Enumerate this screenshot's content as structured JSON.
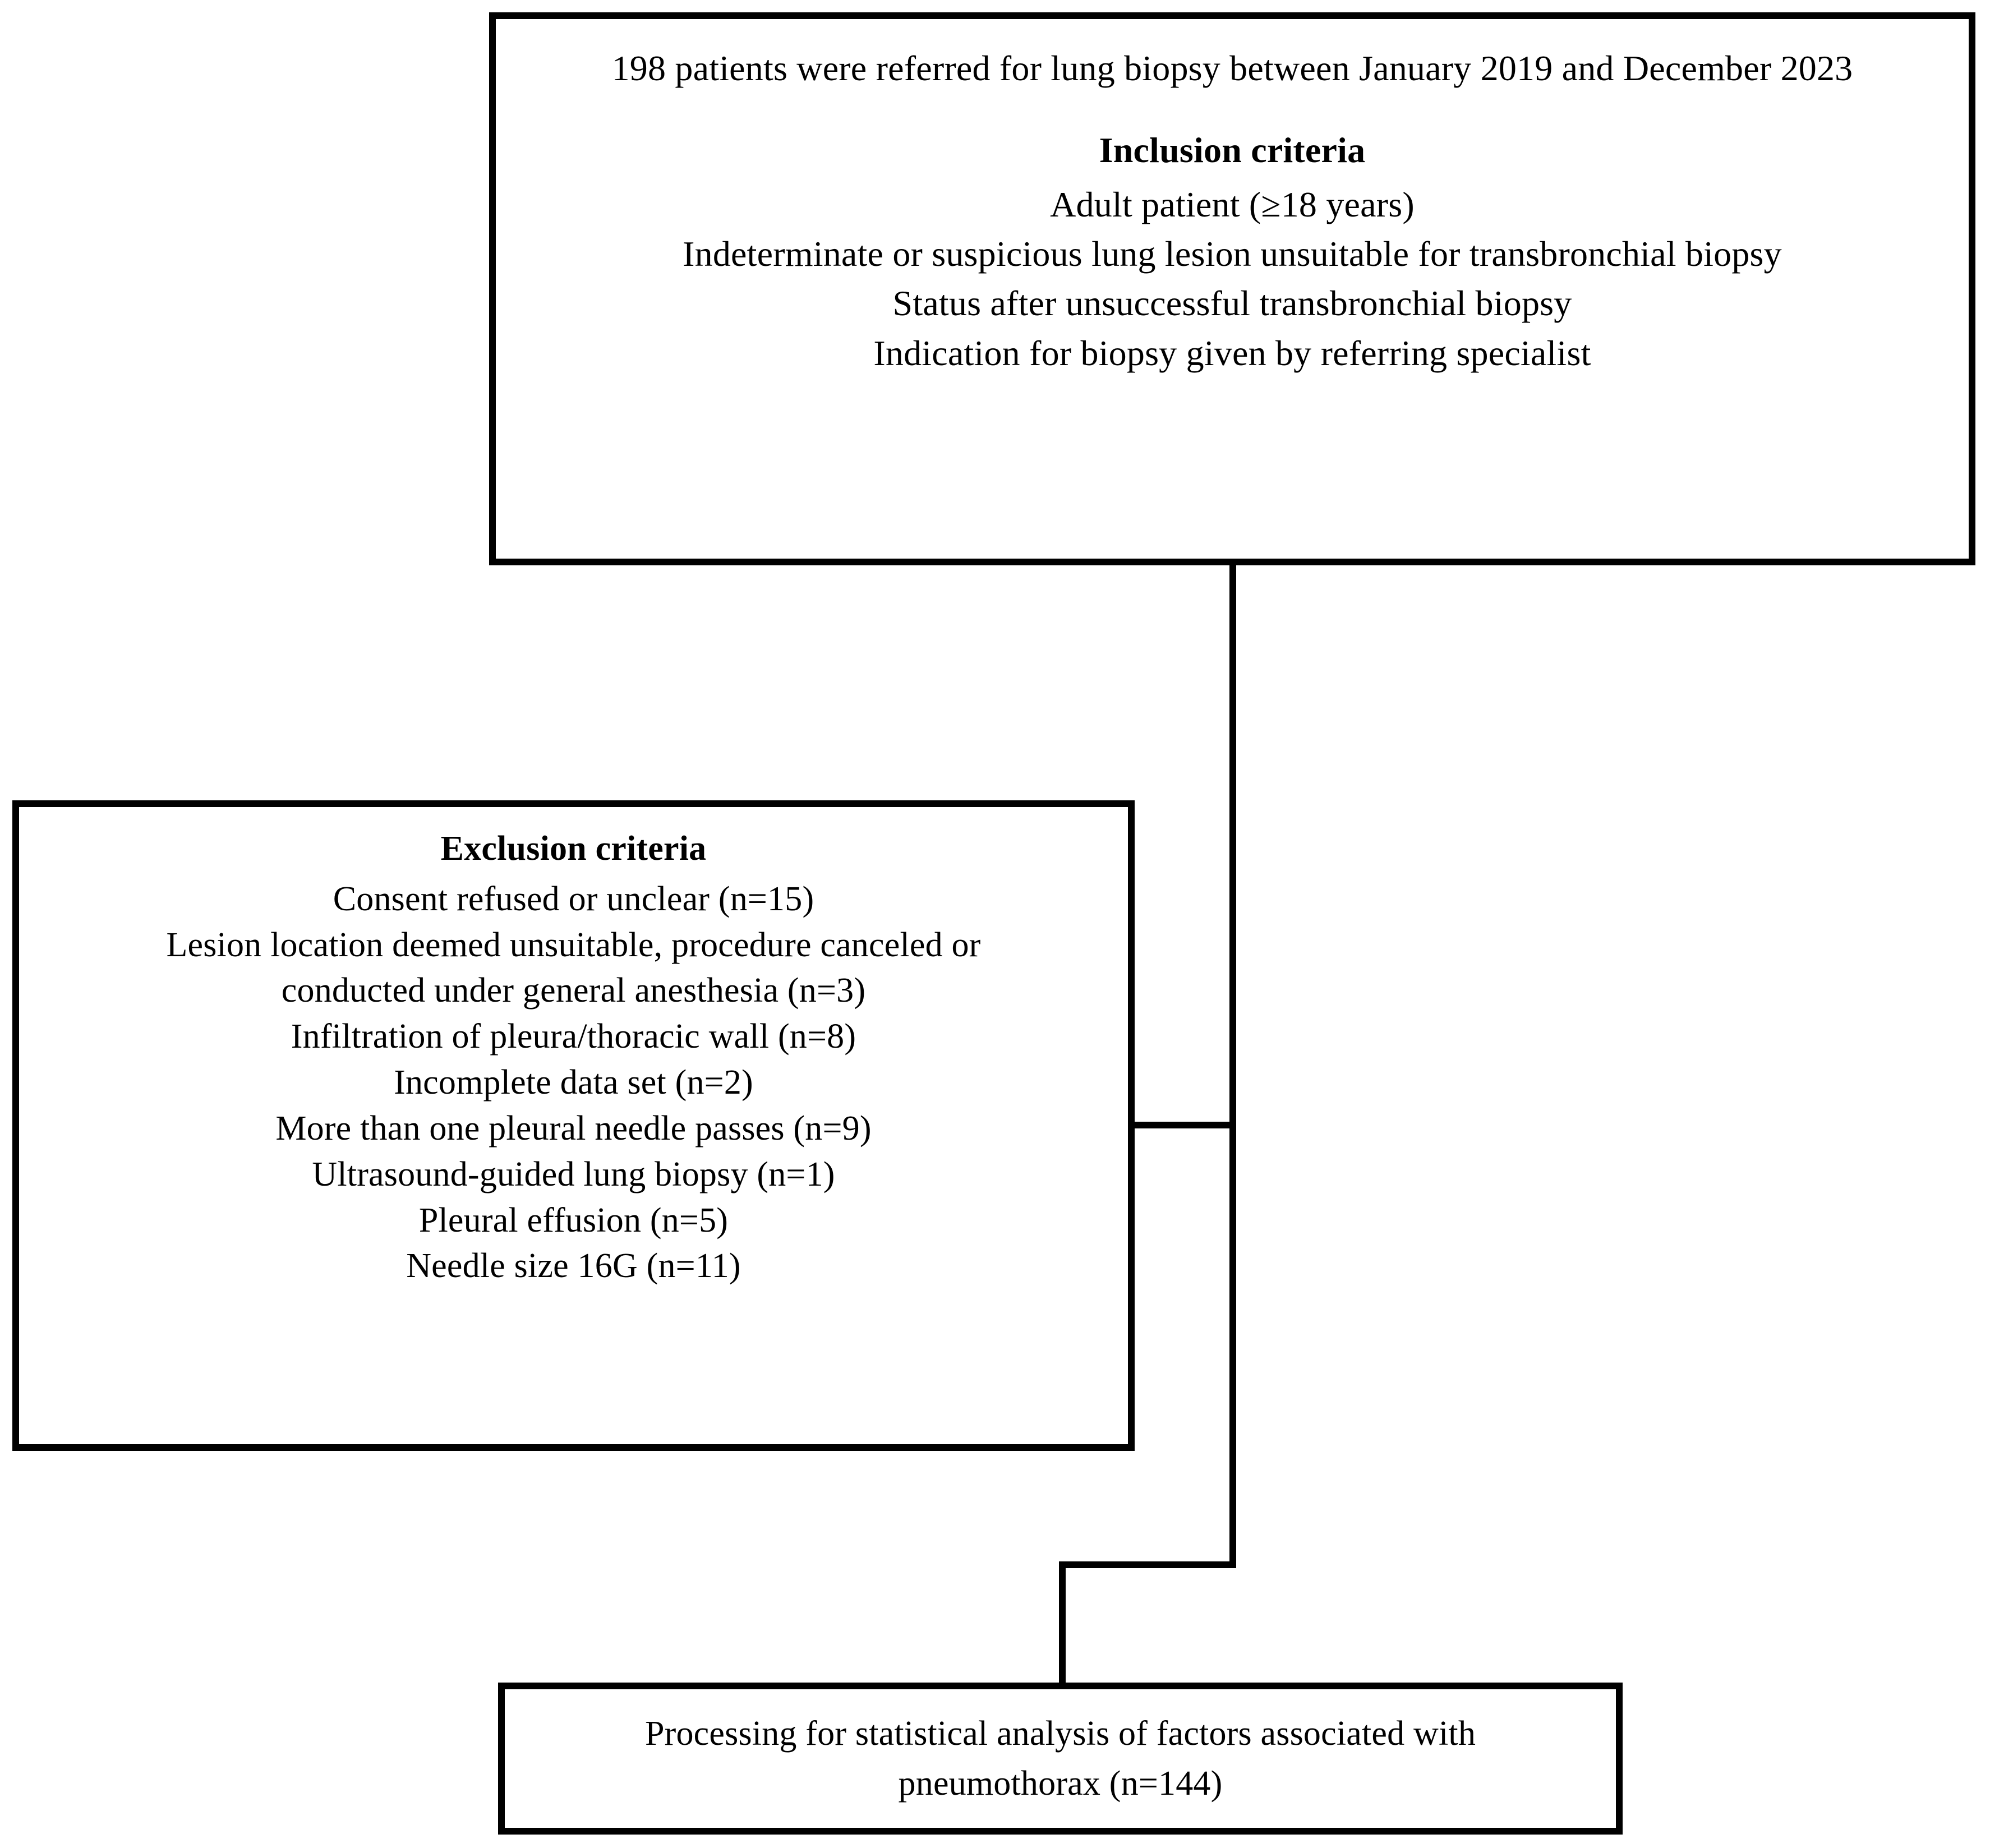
{
  "figure": {
    "type": "flowchart",
    "orientation": "top-to-bottom",
    "background_color": "#ffffff",
    "line_color": "#000000"
  },
  "boxes": {
    "inclusion": {
      "heading_line": "198 patients were referred for lung biopsy between January 2019 and December 2023",
      "section_title": "Inclusion criteria",
      "criteria": [
        "Adult patient (≥18 years)",
        "Indeterminate or suspicious lung lesion unsuitable for transbronchial biopsy",
        "Status after unsuccessful transbronchial biopsy",
        "Indication for biopsy given by referring specialist"
      ]
    },
    "exclusion": {
      "section_title": "Exclusion criteria",
      "criteria": [
        "Consent refused or unclear (n=15)",
        "Lesion location deemed unsuitable, procedure canceled or conducted under general anesthesia (n=3)",
        "Infiltration of pleura/thoracic wall (n=8)",
        "Incomplete data set (n=2)",
        "More than one pleural needle passes (n=9)",
        "Ultrasound-guided lung biopsy (n=1)",
        "Pleural effusion (n=5)",
        "Needle size 16G (n=11)"
      ]
    },
    "outcome": {
      "text_line_1": "Processing for statistical analysis of factors associated with",
      "text_line_2": "pneumothorax (n=144)"
    }
  },
  "counts": {
    "referred_total": 198,
    "excluded": {
      "consent_refused_or_unclear": 15,
      "lesion_location_unsuitable_or_general_anesthesia": 3,
      "infiltration_pleura_thoracic_wall": 8,
      "incomplete_data_set": 2,
      "more_than_one_pleural_needle_passes": 9,
      "ultrasound_guided_lung_biopsy": 1,
      "pleural_effusion": 5,
      "needle_size_16g": 11
    },
    "analyzed_final": 144
  }
}
